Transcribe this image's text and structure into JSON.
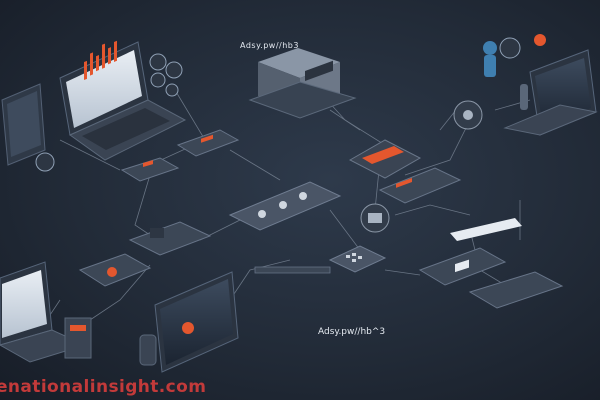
{
  "headline_top": "Adsy.pw//hb3",
  "headline_bottom": "Adsy.pw//hb^3",
  "watermark": "enationalinsight.com",
  "colors": {
    "background": "#222b38",
    "panel": "#3a4555",
    "panel_light": "#4d596a",
    "accent": "#e4572e",
    "line": "#8a96a6",
    "watermark": "#c23a3a"
  },
  "icons": [
    "laptop-icon",
    "server-icon",
    "gear-icon",
    "mail-icon",
    "globe-icon",
    "database-icon",
    "chat-icon",
    "cloud-icon",
    "lock-icon",
    "person-icon",
    "monitor-icon",
    "plug-icon"
  ]
}
